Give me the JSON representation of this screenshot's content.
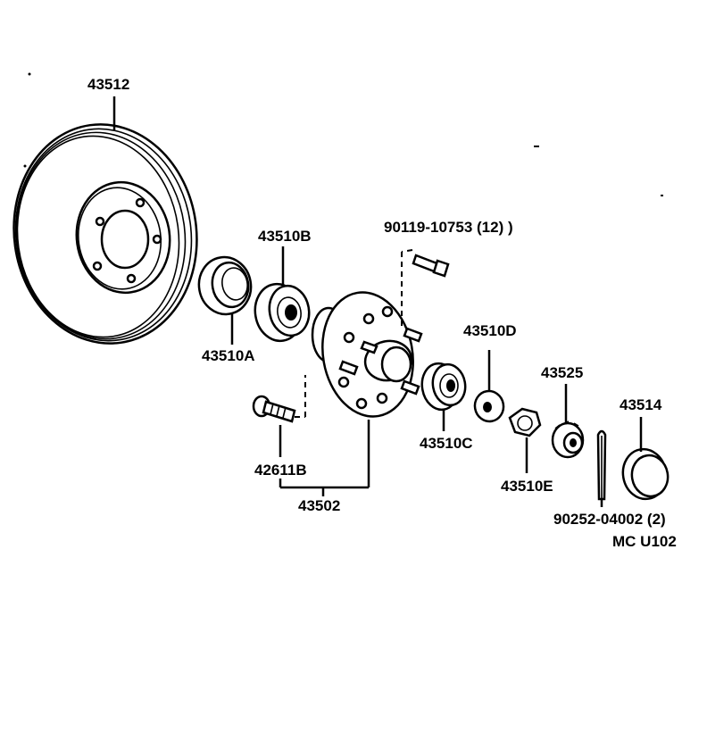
{
  "parts": {
    "rotor": "43512",
    "seal_outer": "43510A",
    "bearing_outer": "43510B",
    "stud_bolt": "90119-10753 (12) )",
    "hub_bolt": "42611B",
    "hub_assembly": "43502",
    "bearing_inner": "43510C",
    "washer": "43510D",
    "nut": "43510E",
    "lock_cap": "43525",
    "cotter_pin": "90252-04002 (2)",
    "grease_cap": "43514"
  },
  "figure_code": "MC U102"
}
